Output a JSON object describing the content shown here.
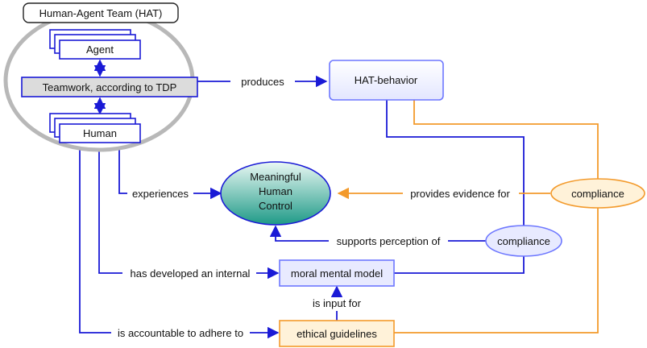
{
  "team": {
    "title": "Human-Agent Team (HAT)"
  },
  "agent": {
    "label": "Agent"
  },
  "teamwork": {
    "label": "Teamwork, according to TDP"
  },
  "human": {
    "label": "Human"
  },
  "hat_behavior": {
    "label": "HAT-behavior"
  },
  "mhc": {
    "lines": [
      "Meaningful",
      "Human",
      "Control"
    ]
  },
  "compliance_orange": {
    "label": "compliance"
  },
  "compliance_blue": {
    "label": "compliance"
  },
  "moral_model": {
    "label": "moral mental model"
  },
  "ethical_guidelines": {
    "label": "ethical guidelines"
  },
  "edges": {
    "produces": "produces",
    "experiences": "experiences",
    "provides_evidence": "provides evidence for",
    "supports_perception": "supports perception of",
    "has_developed": "has developed an internal",
    "is_input": "is input for",
    "accountable": "is accountable to adhere to"
  },
  "colors": {
    "blue": "#1a1ad6",
    "orange": "#f39a2b",
    "blue_fill": "#e8eaff",
    "orange_fill": "#fff2d9",
    "teal_top": "#e6f7f3",
    "teal_bottom": "#1e9a87",
    "grey_ring": "#b8b8b8",
    "teamwork_fill": "#dcdcdc"
  }
}
